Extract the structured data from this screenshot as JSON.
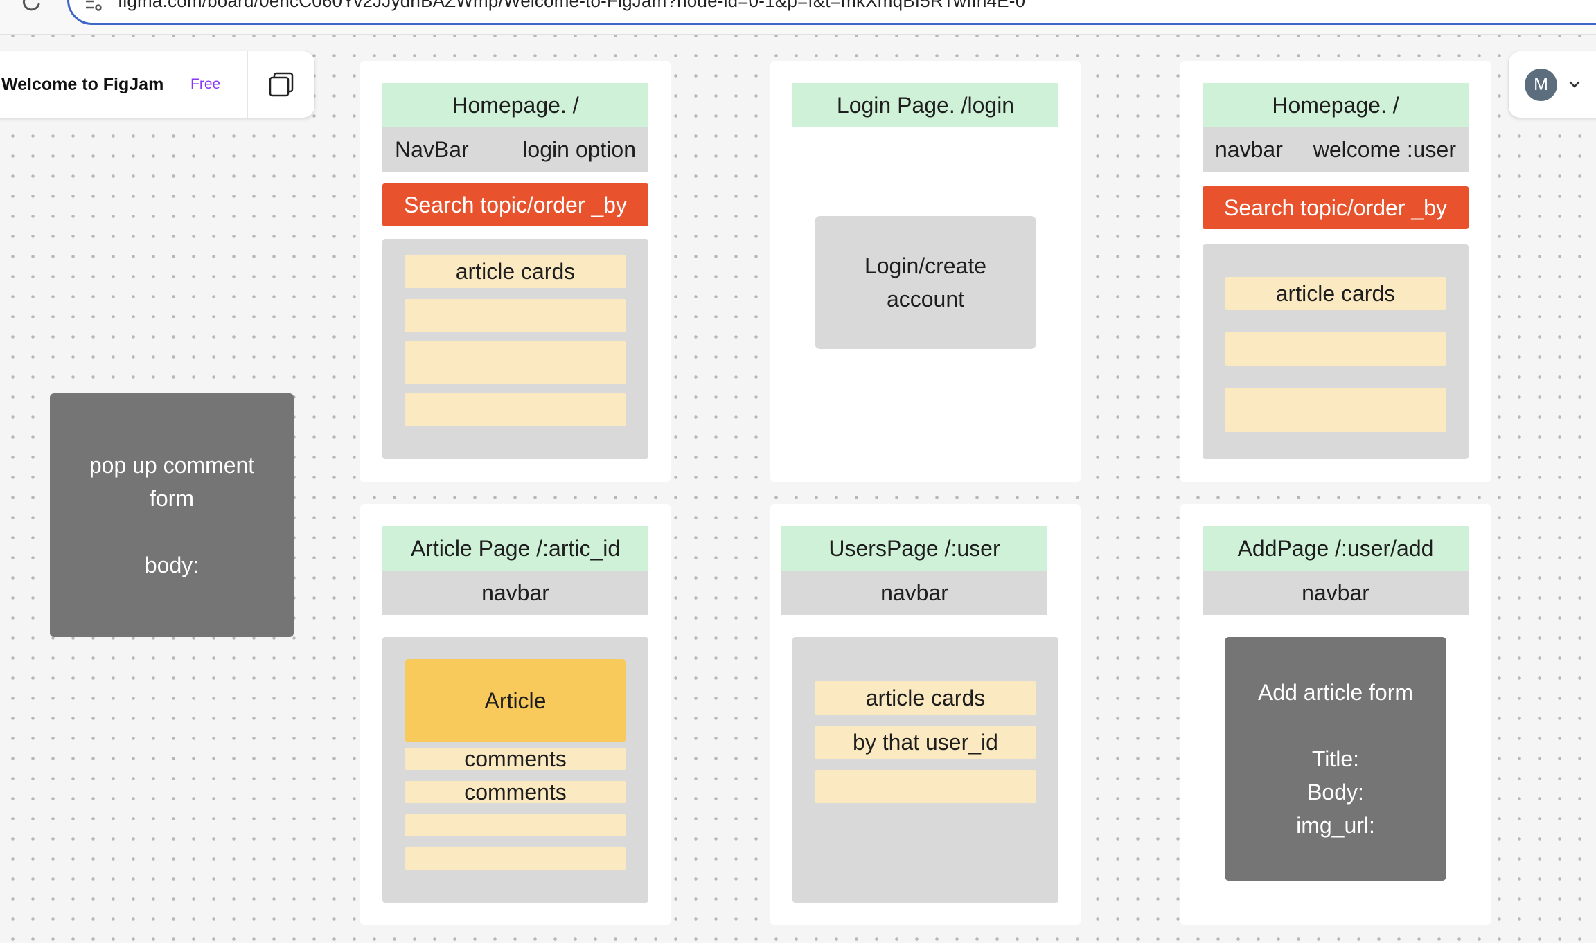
{
  "browser": {
    "url": "figma.com/board/0encC060Yv2JJydnBAZWmp/Welcome-to-FigJam?node-id=0-1&p=f&t=mkXmqBf5RTwIIn4E-0"
  },
  "figjam": {
    "file_name": "Welcome to FigJam",
    "plan_badge": "Free",
    "user_initial": "M"
  },
  "colors": {
    "header_green": "#cff1d8",
    "search_red": "#e8532d",
    "card_yellow": "#fbeac1",
    "article_gold": "#f8ca5b",
    "grey": "#d9d9d9",
    "dark_grey": "#757575",
    "url_focus_blue": "#3f65c8",
    "badge_purple": "#8a38f5"
  },
  "popup": {
    "text": "pop up comment\nform\n\nbody:"
  },
  "homepage_guest": {
    "title": "Homepage.   /",
    "nav_left": "NavBar",
    "nav_right": "login option",
    "search": "Search topic/order _by",
    "card_label": "article cards"
  },
  "login_page": {
    "title": "Login Page. /login",
    "box": "Login/create\naccount"
  },
  "homepage_user": {
    "title": "Homepage.  /",
    "nav_left": "navbar",
    "nav_right": "welcome :user",
    "search": "Search topic/order _by",
    "card_label": "article cards"
  },
  "article_page": {
    "title": "Article Page /:artic_id",
    "nav": "navbar",
    "article": "Article",
    "comment1": "comments",
    "comment2": "comments"
  },
  "users_page": {
    "title": "UsersPage /:user",
    "nav": "navbar",
    "card1": "article cards",
    "card2": "by that user_id"
  },
  "add_page": {
    "title": "AddPage /:user/add",
    "nav": "navbar",
    "form": "Add article form\n\nTitle:\nBody:\nimg_url:"
  }
}
